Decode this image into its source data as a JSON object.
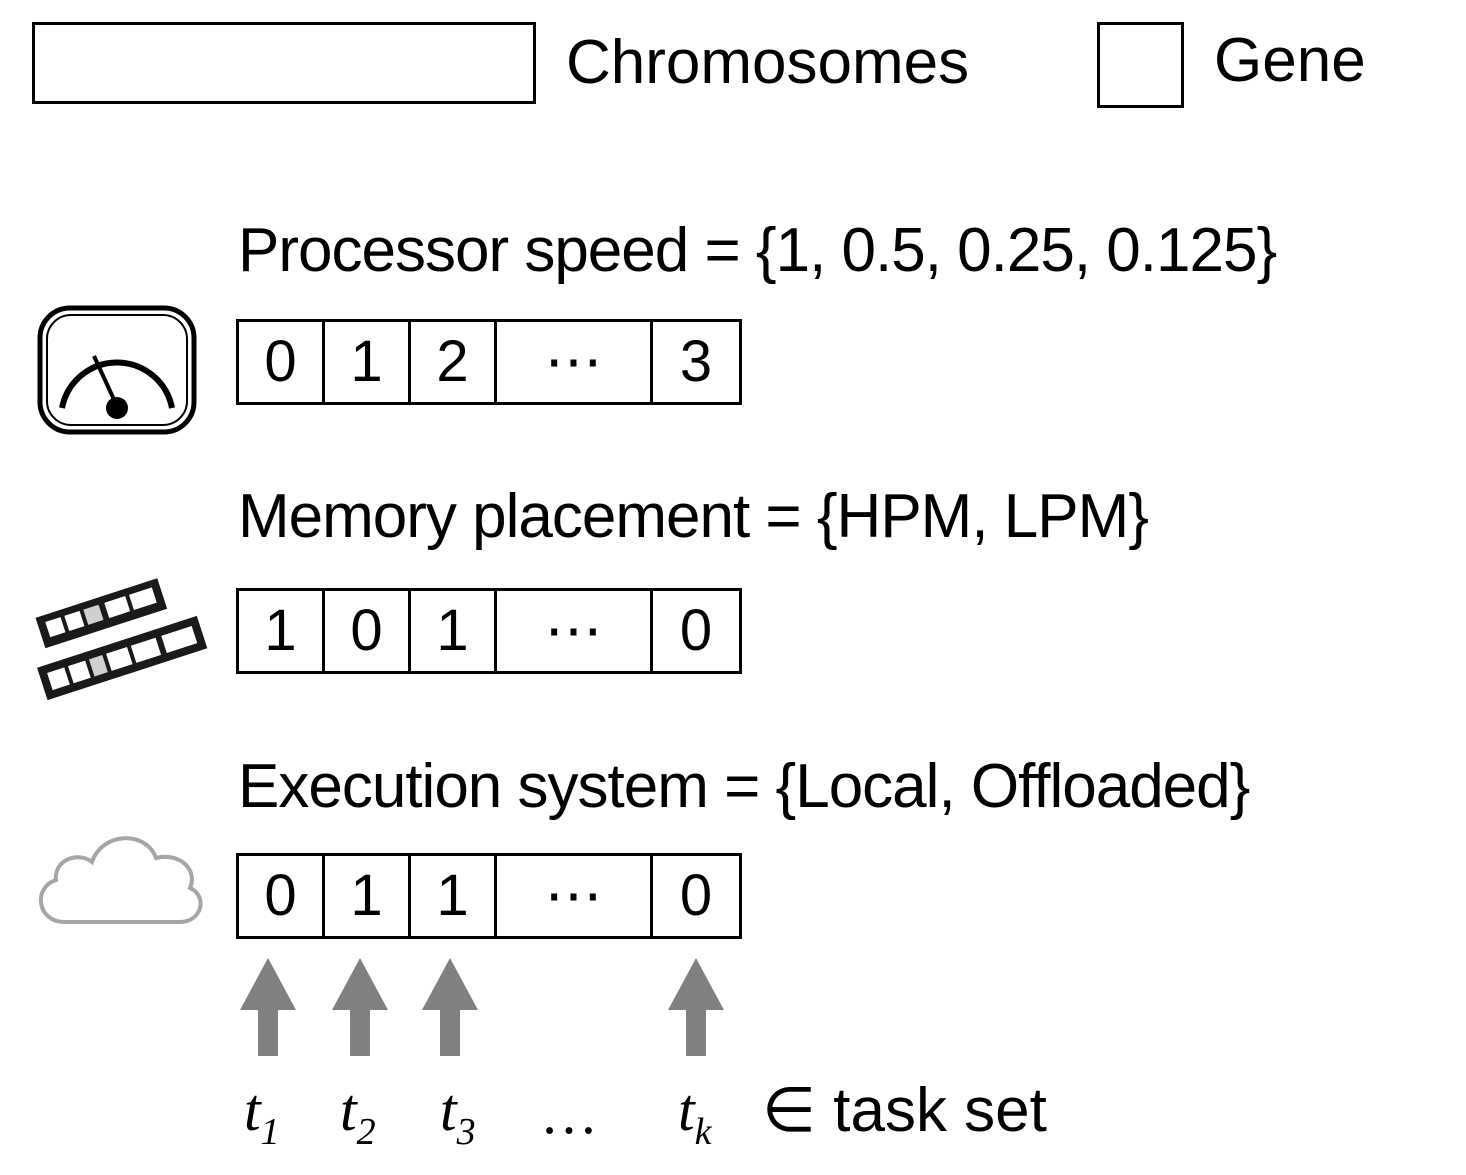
{
  "legend": {
    "chromosome_label": "Chromosomes",
    "gene_label": "Gene"
  },
  "rows": [
    {
      "icon": "speedometer-icon",
      "title": "Processor speed = {1, 0.5, 0.25, 0.125}",
      "genes": [
        "0",
        "1",
        "2",
        "⋯",
        "3"
      ]
    },
    {
      "icon": "memory-modules-icon",
      "title": "Memory placement = {HPM, LPM}",
      "genes": [
        "1",
        "0",
        "1",
        "⋯",
        "0"
      ]
    },
    {
      "icon": "cloud-icon",
      "title": "Execution system = {Local, Offloaded}",
      "genes": [
        "0",
        "1",
        "1",
        "⋯",
        "0"
      ]
    }
  ],
  "tasks": {
    "items": [
      {
        "var": "t",
        "sub": "1"
      },
      {
        "var": "t",
        "sub": "2"
      },
      {
        "var": "t",
        "sub": "3"
      },
      {
        "var": "t",
        "sub": "k"
      }
    ],
    "ellipsis": "…",
    "set_label": "∈ task set"
  },
  "colors": {
    "arrow": "#808080",
    "cloud": "#a6a6a6",
    "outline": "#000000"
  }
}
